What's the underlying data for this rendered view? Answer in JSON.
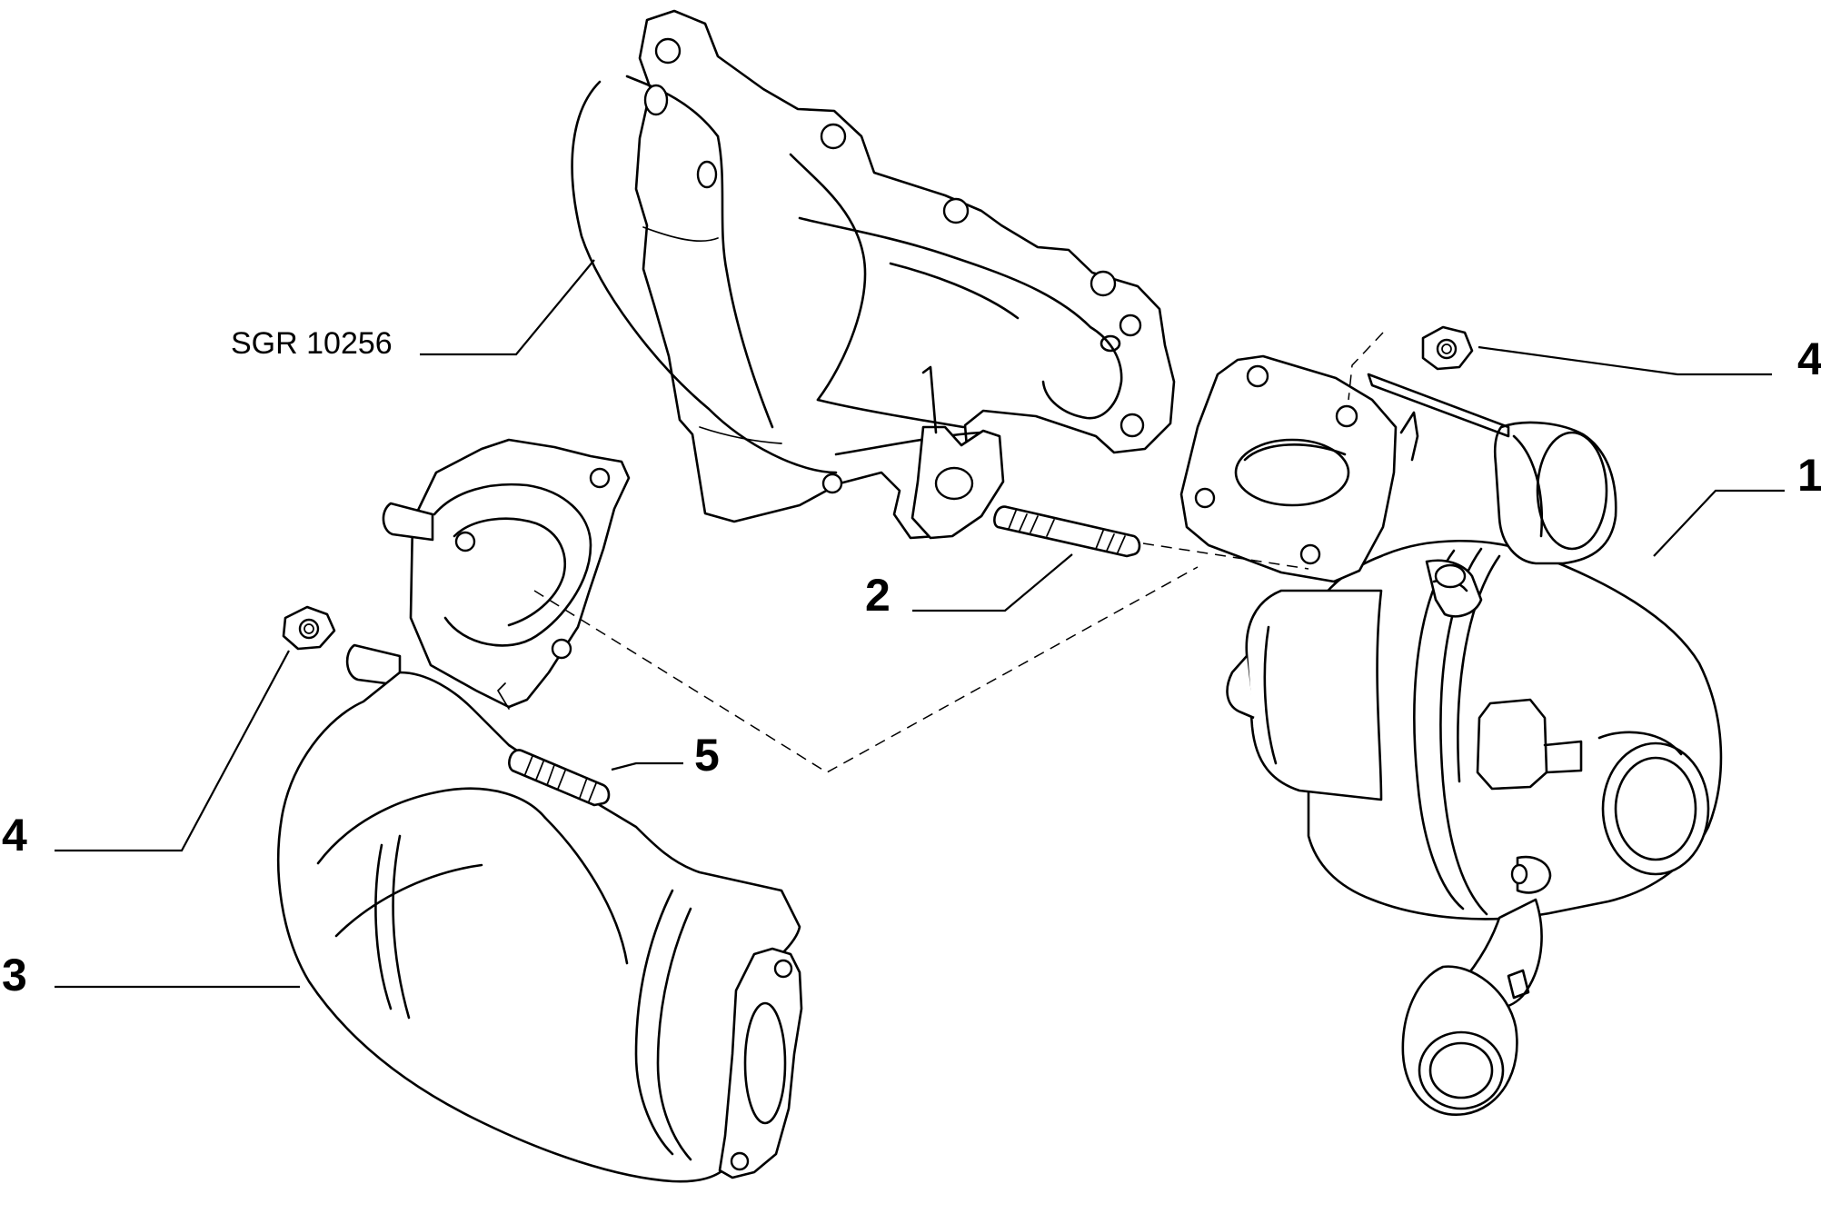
{
  "diagram": {
    "reference_code": "SGR 10256",
    "callouts": {
      "turbocharger": "1",
      "stud_upper": "2",
      "catalytic_converter": "3",
      "nut_upper": "4",
      "nut_lower": "4",
      "stud_lower": "5"
    }
  }
}
